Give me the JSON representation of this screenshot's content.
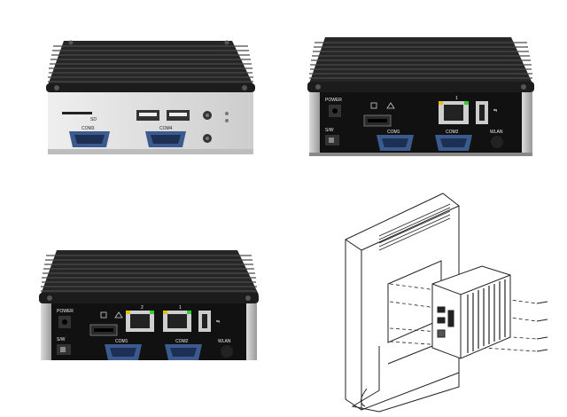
{
  "photos": {
    "front": {
      "sd": "SD",
      "com3": "COM3",
      "com4": "COM4"
    },
    "rear_single": {
      "power": "POWER",
      "sw": "S/W",
      "com1": "COM1",
      "com2": "COM2",
      "lan": "1",
      "wlan": "WLAN"
    },
    "rear_dual": {
      "power": "POWER",
      "sw": "S/W",
      "com1": "COM1",
      "com2": "COM2",
      "lan2": "2",
      "lan1": "1",
      "wlan": "WLAN"
    }
  },
  "colors": {
    "chassis_top": "#2b2b2b",
    "panel": "#e6e6e6",
    "connector_blue": "#3b5b8f",
    "dark_panel": "#111111"
  }
}
